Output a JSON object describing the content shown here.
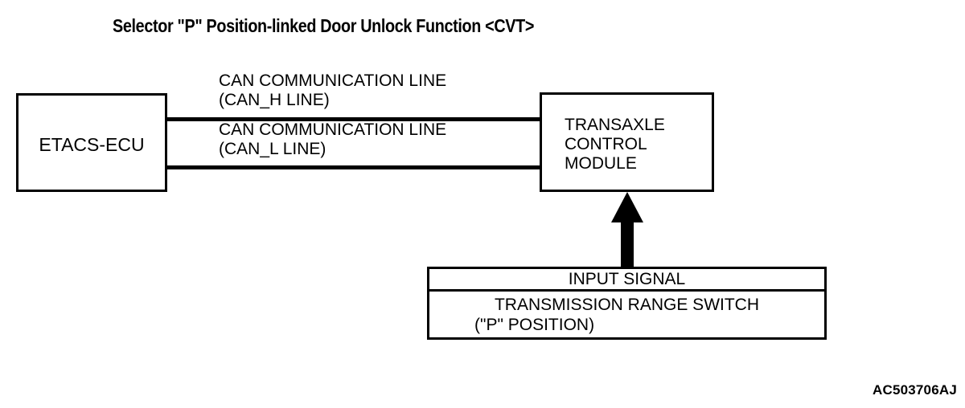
{
  "title": "Selector \"P\" Position-linked Door Unlock Function <CVT>",
  "nodes": {
    "etacs": {
      "label": "ETACS-ECU"
    },
    "transaxle": {
      "line1": "TRANSAXLE",
      "line2": "CONTROL",
      "line3": "MODULE"
    },
    "input_signal": {
      "header": "INPUT SIGNAL",
      "line1": "TRANSMISSION RANGE SWITCH",
      "line2": "(\"P\" POSITION)"
    }
  },
  "connections": {
    "can_h": {
      "line1": "CAN COMMUNICATION LINE",
      "line2": "(CAN_H LINE)"
    },
    "can_l": {
      "line1": "CAN COMMUNICATION LINE",
      "line2": "(CAN_L LINE)"
    },
    "input_arrow": "input-signal-arrow"
  },
  "footer": {
    "code": "AC503706AJ"
  },
  "colors": {
    "stroke": "#000000",
    "background": "#ffffff"
  }
}
